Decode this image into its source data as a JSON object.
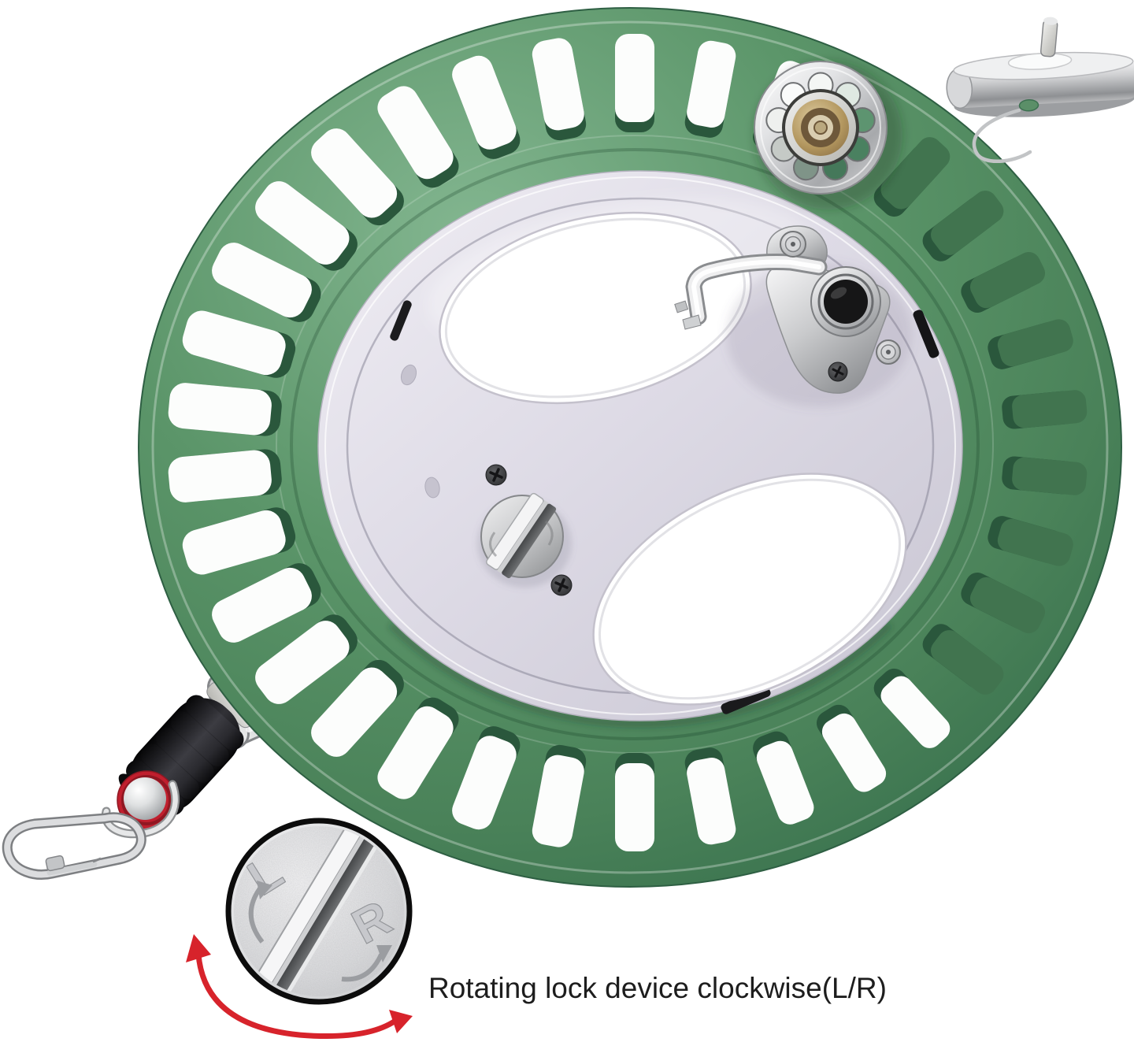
{
  "caption": {
    "text": "Rotating lock device clockwise(L/R)"
  },
  "inset": {
    "left_letter": "L",
    "right_letter": "R"
  },
  "figure_facts": {
    "rim_slot_count": 34,
    "knob_hole_count": 9
  },
  "colors": {
    "background": "#ffffff",
    "reel_green": "#4f8a5e",
    "green_light": "#83b690",
    "green_dark": "#2f6847",
    "slot_wall": "#2a573c",
    "slot_open_bright": "#fcfdfc",
    "slot_open_through": "#41744f",
    "disc_lavender": "#dcd9e3",
    "cutout_white": "#ffffff",
    "chrome_light": "#f4f4f5",
    "chrome_dark": "#8f9193",
    "brass": "#a98c5c",
    "foam_black": "#17171a",
    "accent_red": "#c01f2e",
    "arrow_red": "#d7232b",
    "inset_border": "#0c0c0c",
    "text": "#1d1d1d",
    "knob_hole_fills": [
      "#f4f6f4",
      "#dfe9e2",
      "#5d9470",
      "#4a8160",
      "#45785a",
      "#7f9488",
      "#c5cac6",
      "#eef0ee",
      "#fafbfa"
    ]
  }
}
